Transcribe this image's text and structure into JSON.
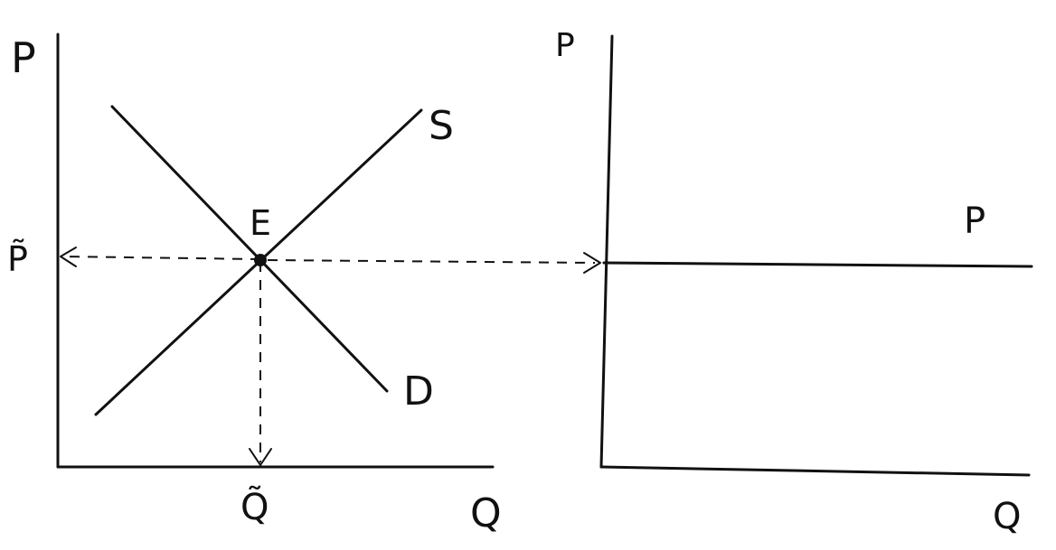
{
  "left_graph": {
    "y_axis_label": "P",
    "x_axis_label": "Q",
    "supply_label": "S",
    "demand_label": "D",
    "equilibrium_label": "E",
    "price_tick_label": "P̃",
    "quantity_tick_label": "Q̃"
  },
  "right_graph": {
    "y_axis_label": "P",
    "x_axis_label": "Q",
    "price_line_label": "P"
  },
  "colors": {
    "ink": "#111111",
    "background": "#ffffff"
  }
}
